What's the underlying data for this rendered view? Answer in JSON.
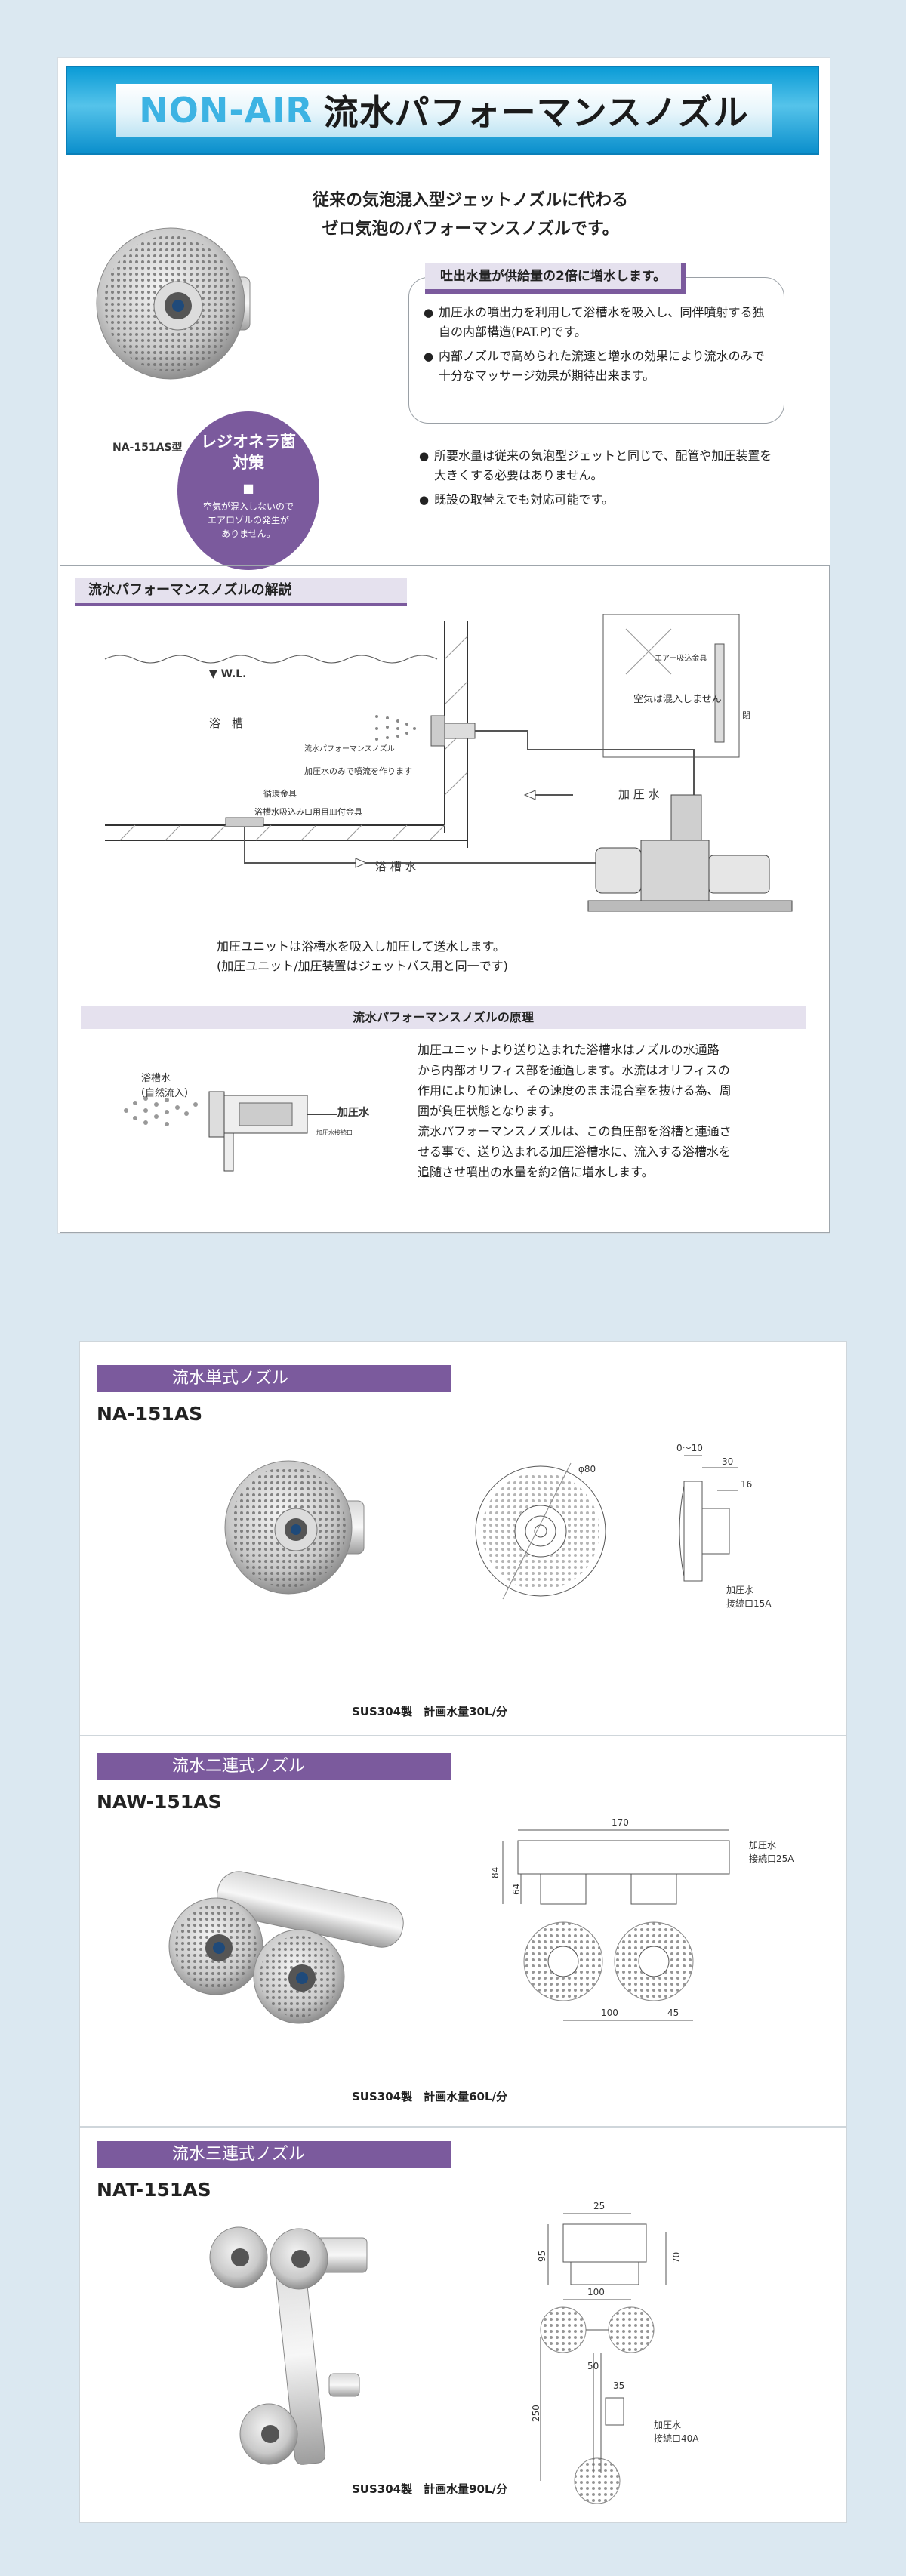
{
  "banner": {
    "en": "NON-AIR",
    "jp": "流水パフォーマンスノズル"
  },
  "intro": [
    "従来の気泡混入型ジェットノズルに代わる",
    "ゼロ気泡のパフォーマンスノズルです。"
  ],
  "product_caption": "NA-151AS型",
  "legionella": {
    "title1": "レジオネラ菌",
    "title2": "対策",
    "mark": "■",
    "note": [
      "空気が混入しないので",
      "エアロゾルの発生が",
      "ありません。"
    ]
  },
  "callout": {
    "tag": "吐出水量が供給量の2倍に増水します。",
    "bullets": [
      "加圧水の噴出力を利用して浴槽水を吸入し、同伴噴射する独自の内部構造(PAT.P)です。",
      "内部ノズルで高められた流速と増水の効果により流水のみで十分なマッサージ効果が期待出来ます。"
    ]
  },
  "bullets2": [
    "所要水量は従来の気泡型ジェットと同じで、配管や加圧装置を大きくする必要はありません。",
    "既設の取替えでも対応可能です。"
  ],
  "explain": {
    "head": "流水パフォーマンスノズルの解説",
    "labels": {
      "wl": "▼ W.L.",
      "bath": "浴　槽",
      "nozzle": "流水パフォーマンスノズル",
      "jet": "加圧水のみで噴流を作ります",
      "fitting": "循環金具",
      "fitting2": "浴槽水吸込み口用目皿付金具",
      "air": "エアー吸込金具",
      "no_air": "空気は混入しません",
      "pressurized": "加 圧 水",
      "bath_water": "浴 槽 水",
      "closed": "閉"
    },
    "notes": [
      "加圧ユニットは浴槽水を吸入し加圧して送水します。",
      "(加圧ユニット/加圧装置はジェットバス用と同一です)"
    ]
  },
  "principle": {
    "head": "流水パフォーマンスノズルの原理",
    "labels": {
      "bath_water": "浴槽水",
      "natural": "（自然流入）",
      "pressurized": "加圧水",
      "inlet": "加圧水接続口"
    },
    "paragraph": [
      "加圧ユニットより送り込まれた浴槽水はノズルの水通路",
      "から内部オリフィス部を通過します。水流はオリフィスの",
      "作用により加速し、その速度のまま混合室を抜ける為、周",
      "囲が負圧状態となります。",
      "流水パフォーマンスノズルは、この負圧部を浴槽と連通さ",
      "せる事で、送り込まれる加圧浴槽水に、流入する浴槽水を",
      "追随させ噴出の水量を約2倍に増水します。"
    ]
  },
  "products": [
    {
      "head": "流水単式ノズル",
      "model": "NA-151AS",
      "spec": "SUS304製　計画水量30L/分",
      "dims": {
        "phi": "φ80",
        "gap": "0〜10",
        "d1": "30",
        "d2": "16",
        "conn1": "加圧水",
        "conn2": "接続口15A"
      }
    },
    {
      "head": "流水二連式ノズル",
      "model": "NAW-151AS",
      "spec": "SUS304製　計画水量60L/分",
      "dims": {
        "w": "170",
        "h1": "84",
        "h2": "64",
        "pitch": "100",
        "end": "45",
        "conn1": "加圧水",
        "conn2": "接続口25A"
      }
    },
    {
      "head": "流水三連式ノズル",
      "model": "NAT-151AS",
      "spec": "SUS304製　計画水量90L/分",
      "dims": {
        "top": "25",
        "h1": "95",
        "h2": "70",
        "pitch": "100",
        "p2": "50",
        "p3": "35",
        "len": "250",
        "conn1": "加圧水",
        "conn2": "接続口40A"
      }
    }
  ]
}
